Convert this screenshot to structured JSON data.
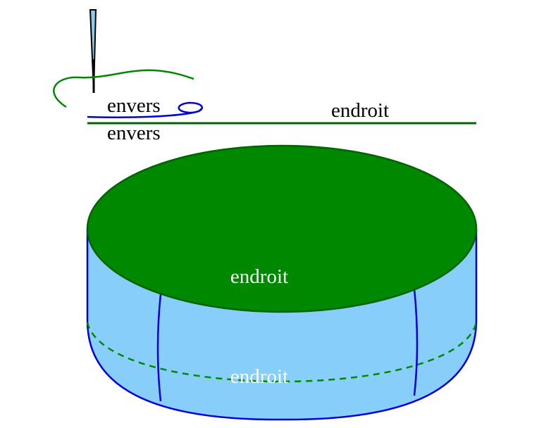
{
  "labels": {
    "top_envers_upper": "envers",
    "top_envers_lower": "envers",
    "top_endroit": "endroit",
    "cylinder_top_endroit": "endroit",
    "cylinder_side_endroit": "endroit"
  },
  "colors": {
    "green_fabric": "#008800",
    "green_edge": "#006400",
    "blue_fabric": "#87cefa",
    "blue_line": "#0000dd",
    "needle_fill": "#87ceeb",
    "thread": "#008800",
    "text_dark": "#000000",
    "text_light": "#ffffff"
  }
}
